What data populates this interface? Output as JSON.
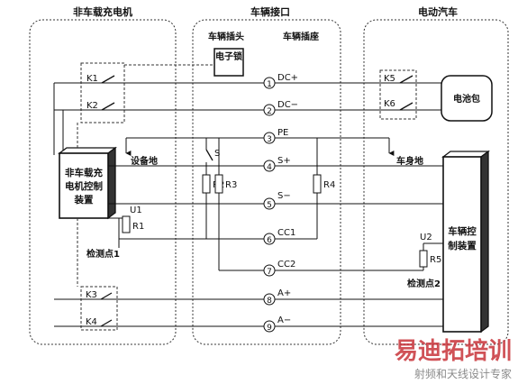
{
  "regions": {
    "charger": "非车载充电机",
    "interface": "车辆接口",
    "vehicle": "电动汽车"
  },
  "plug_label": "车辆插头",
  "socket_label": "车辆插座",
  "charger_blocks": {
    "lock": "电子锁",
    "controller_lines": [
      "非车载充",
      "电机控制",
      "装置"
    ]
  },
  "vehicle_blocks": {
    "battery": "电池包",
    "controller_lines": [
      "车辆控",
      "制装置"
    ]
  },
  "ground_labels": {
    "equipment": "设备地",
    "body": "车身地"
  },
  "relays": [
    "K1",
    "K2",
    "K3",
    "K4",
    "K5",
    "K6"
  ],
  "resistors": [
    "R1",
    "R2",
    "R3",
    "R4",
    "R5"
  ],
  "voltages": [
    "U1",
    "U2"
  ],
  "switch_label": "S",
  "check_points": [
    "检测点1",
    "检测点2"
  ],
  "pins": [
    {
      "num": "1",
      "name": "DC+"
    },
    {
      "num": "2",
      "name": "DC−"
    },
    {
      "num": "3",
      "name": "PE"
    },
    {
      "num": "4",
      "name": "S+"
    },
    {
      "num": "5",
      "name": "S−"
    },
    {
      "num": "6",
      "name": "CC1"
    },
    {
      "num": "7",
      "name": "CC2"
    },
    {
      "num": "8",
      "name": "A+"
    },
    {
      "num": "9",
      "name": "A−"
    }
  ],
  "watermark": {
    "brand": "易迪拓培训",
    "tagline": "射频和天线设计专家"
  },
  "colors": {
    "line": "#111111",
    "dashed": "#333333",
    "watermark_red": "#c8343a",
    "watermark_grey": "#8a8a8a"
  }
}
